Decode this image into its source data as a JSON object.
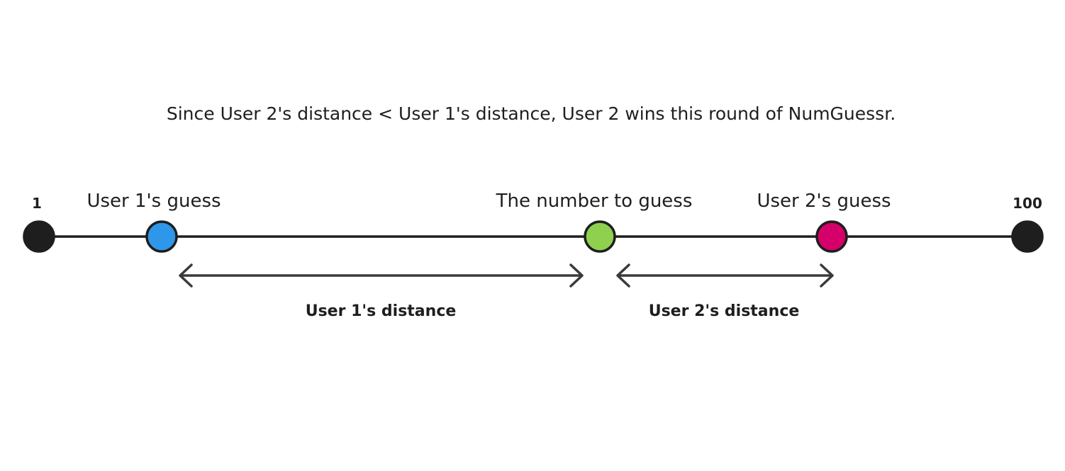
{
  "caption": "Since User 2's distance < User 1's distance, User 2 wins this round of NumGuessr.",
  "endpoints": {
    "start": {
      "label": "1",
      "color": "#1e1e1e"
    },
    "end": {
      "label": "100",
      "color": "#1e1e1e"
    }
  },
  "points": {
    "user1_guess": {
      "label": "User 1's guess",
      "color": "#2f97ea"
    },
    "target": {
      "label": "The number to guess",
      "color": "#8fd14f"
    },
    "user2_guess": {
      "label": "User 2's guess",
      "color": "#d5006a"
    }
  },
  "distances": {
    "user1": {
      "label": "User 1's distance"
    },
    "user2": {
      "label": "User 2's distance"
    }
  }
}
